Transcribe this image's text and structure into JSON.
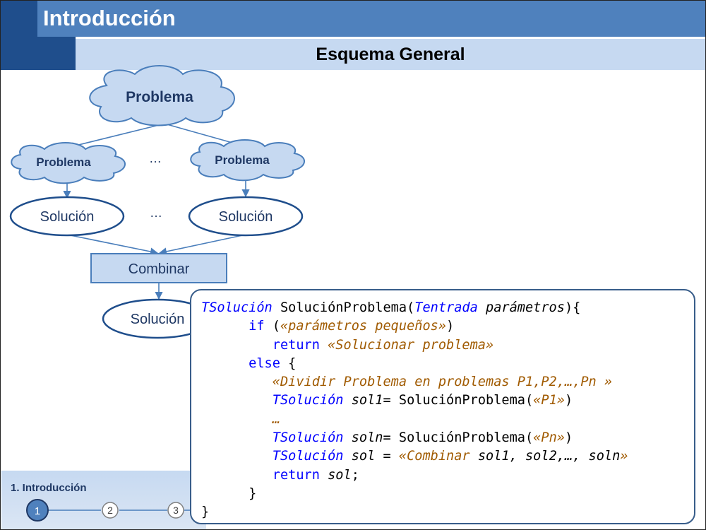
{
  "header": {
    "title": "Introducción",
    "subtitle": "Esquema General"
  },
  "diagram": {
    "root": "Problema",
    "sub_left": "Problema",
    "sub_right": "Problema",
    "ellipsis_top": "…",
    "solution_left": "Solución",
    "solution_right": "Solución",
    "ellipsis_mid": "…",
    "combine": "Combinar",
    "final_solution": "Solución"
  },
  "footer": {
    "section": "1. Introducción",
    "steps": [
      "1",
      "2",
      "3"
    ],
    "active_step": 1
  },
  "code": {
    "l1_type": "TSolución",
    "l1_name": " SoluciónProblema(",
    "l1_ptype": "Tentrada",
    "l1_param": " parámetros",
    "l1_end": "){",
    "l2_kw": "if",
    "l2_open": " (",
    "l2_cond": "«parámetros pequeños»",
    "l2_close": ")",
    "l3_kw": "return",
    "l3_val": " «Solucionar problema»",
    "l4_kw": "else",
    "l4_brace": " {",
    "l5_text": "«Dividir Problema en problemas P1,P2,…,Pn »",
    "l6_type": "TSolución",
    "l6_var": " sol1",
    "l6_call": "= SoluciónProblema(",
    "l6_arg": "«P1»",
    "l6_end": ")",
    "l7_text": "…",
    "l8_type": "TSolución",
    "l8_var": " soln",
    "l8_call": "= SoluciónProblema(",
    "l8_arg": "«Pn»",
    "l8_end": ")",
    "l9_type": "TSolución",
    "l9_var": " sol",
    "l9_eq": " = ",
    "l9_comb": "«Combinar",
    "l9_args": " sol1, sol2,…, soln",
    "l9_close": "»",
    "l10_kw": "return",
    "l10_var": " sol",
    "l10_end": ";",
    "l11_text": "}",
    "l12_text": "}"
  }
}
